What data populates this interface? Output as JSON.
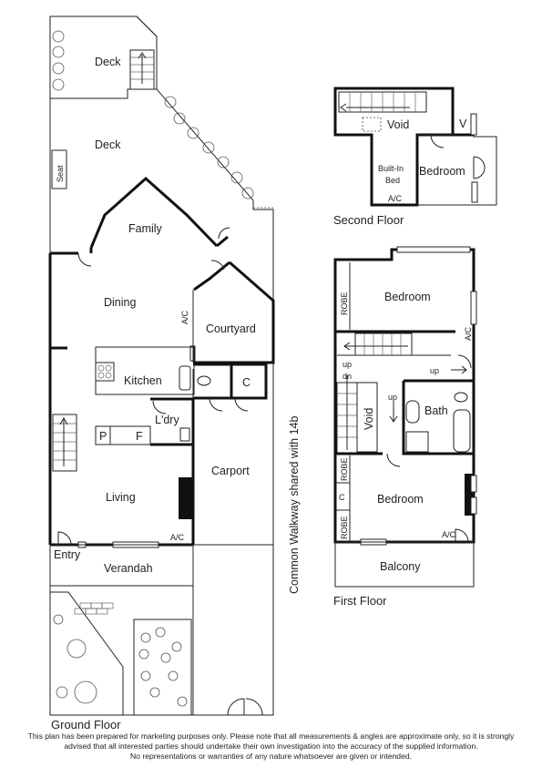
{
  "floors": {
    "ground": {
      "name": "Ground Floor",
      "rooms": {
        "deck_upper": "Deck",
        "deck_main": "Deck",
        "seat": "Seat",
        "family": "Family",
        "dining": "Dining",
        "courtyard": "Courtyard",
        "kitchen": "Kitchen",
        "laundry": "L'dry",
        "cupboard": "C",
        "pantry": "P",
        "fridge": "F",
        "living": "Living",
        "carport": "Carport",
        "entry": "Entry",
        "verandah": "Verandah"
      },
      "ac_labels": [
        "A/C",
        "A/C"
      ],
      "walkway": "Common Walkway shared with 14b"
    },
    "first": {
      "name": "First Floor",
      "rooms": {
        "bedroom_top": "Bedroom",
        "robe_top": "ROBE",
        "void": "Void",
        "bath": "Bath",
        "bedroom_bottom": "Bedroom",
        "robe_mid": "ROBE",
        "cupboard": "C",
        "robe_bottom": "ROBE",
        "balcony": "Balcony"
      },
      "ac_labels": [
        "A/C",
        "A/C"
      ],
      "stair_labels": [
        "up",
        "dn",
        "up",
        "up"
      ]
    },
    "second": {
      "name": "Second Floor",
      "rooms": {
        "void": "Void",
        "v": "V",
        "built_in_bed": [
          "Built-In",
          "Bed"
        ],
        "bedroom": "Bedroom"
      },
      "ac_label": "A/C"
    }
  },
  "disclaimer": [
    "This plan has been prepared for marketing purposes only. Please note that all measurements & angles are approximate only, so it is strongly",
    "advised that all interested parties should undertake their own investigation into the accuracy of the supplied information.",
    "No representations or warranties of any nature whatsoever are given or intended."
  ]
}
